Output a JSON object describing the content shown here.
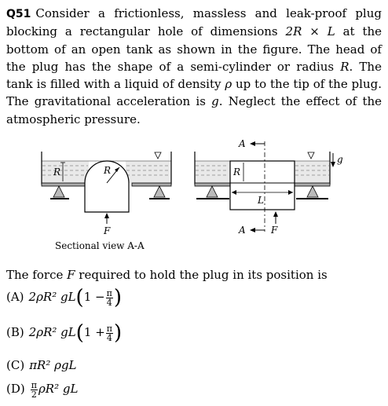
{
  "question": {
    "number": "Q51",
    "text_a": "Consider a frictionless, massless and leak-proof plug blocking a rectangular hole of dimensions ",
    "dim": "2R × L",
    "text_b": " at the bottom of an open tank as shown in the figure. The head of the plug has the shape of a semi-cylinder or radius ",
    "R": "R",
    "text_c": ". The tank is filled with a liquid of density ",
    "rho": "ρ",
    "text_d": " up to the tip of the plug. The gravitational acceleration is ",
    "g": "g",
    "text_e": ". Neglect the effect of the atmospheric pressure."
  },
  "figure": {
    "left_label_R1": "R",
    "left_label_R2": "R",
    "left_force": "F",
    "caption": "Sectional view A-A",
    "right_label_A_top": "A",
    "right_label_A_bottom": "A",
    "right_label_R": "R",
    "right_label_L": "L",
    "right_label_g": "g",
    "right_force": "F"
  },
  "stem": {
    "text": "The force ",
    "F": "F",
    "text2": " required to hold the plug in its position is"
  },
  "options": [
    {
      "label": "(A)",
      "expr": "2ρR² gL",
      "inner": "1 −",
      "frac_num": "π",
      "frac_den": "4"
    },
    {
      "label": "(B)",
      "expr": "2ρR² gL",
      "inner": "1 +",
      "frac_num": "π",
      "frac_den": "4"
    },
    {
      "label": "(C)",
      "expr": "πR² ρgL"
    },
    {
      "label": "(D)",
      "frac_num": "π",
      "frac_den": "2",
      "expr": "ρR² gL"
    }
  ]
}
